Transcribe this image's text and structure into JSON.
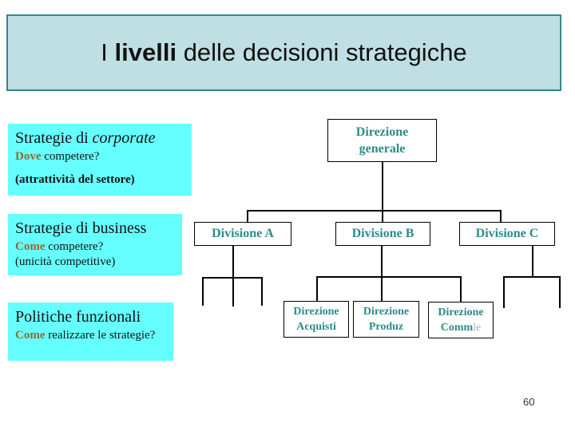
{
  "title": {
    "prefix": "I ",
    "bold": "livelli",
    "rest": " delle decisioni strategiche"
  },
  "levels": {
    "corporate": {
      "heading_prefix": "Strategie di ",
      "heading_italic": "corporate",
      "question_lead": "Dove",
      "question_rest": " competere?",
      "note": "(attrattività del settore)"
    },
    "business": {
      "heading": "Strategie di business",
      "question_lead": "Come",
      "question_rest": " competere?",
      "note": "(unicità competitive)"
    },
    "functional": {
      "heading": "Politiche funzionali",
      "question_lead": "Come",
      "question_rest": " realizzare le strategie?"
    }
  },
  "org_chart": {
    "general_management": {
      "line1": "Direzione",
      "line2": "generale"
    },
    "division_a": "Divisione A",
    "division_b": "Divisione B",
    "division_c": "Divisione C",
    "purchasing": {
      "line1": "Direzione",
      "line2": "Acquisti"
    },
    "production": {
      "line1": "Direzione",
      "line2": "Produz"
    },
    "commercial": {
      "line1": "Direzione",
      "line2_bold": "Comm",
      "line2_light": "le"
    }
  },
  "page_number": "60",
  "colors": {
    "title_background": "#bfdfe3",
    "title_border": "#2e8a8e",
    "level_box_background": "#66ffff",
    "org_text": "#2d8a8a",
    "question_lead_text": "#996633",
    "commle_light_text": "#9bb8b4",
    "connector_line": "#000000"
  }
}
